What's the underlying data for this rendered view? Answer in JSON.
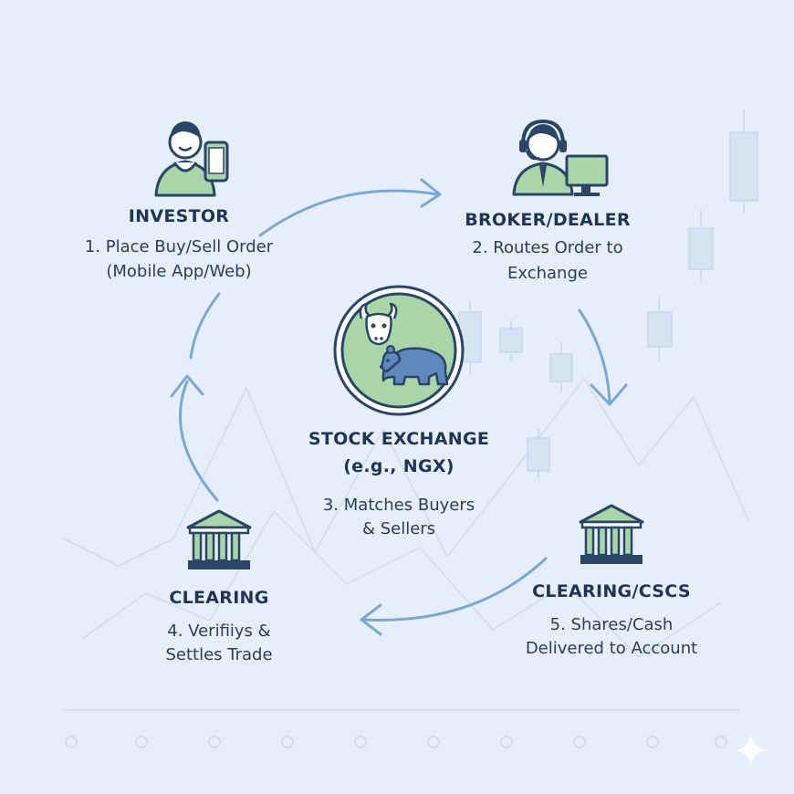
{
  "colors": {
    "background": "#e6eff9",
    "accent_green": "#a9d6a9",
    "outline_navy": "#2a4566",
    "arrow_blue": "#7aa8d2",
    "bear_blue": "#5f88bd",
    "text": "#1f3553"
  },
  "nodes": {
    "investor": {
      "icon": "person-with-phone-icon",
      "title": "INVESTOR",
      "desc_line1": "1. Place Buy/Sell Order",
      "desc_line2": "(Mobile App/Web)"
    },
    "broker": {
      "icon": "broker-headset-computer-icon",
      "title": "BROKER/DEALER",
      "desc_line1": "2. Routes Order to",
      "desc_line2": "Exchange"
    },
    "exchange": {
      "icon": "bull-bear-icon",
      "title_line1": "STOCK EXCHANGE",
      "title_line2": "(e.g., NGX)",
      "desc_line1": "3. Matches Buyers",
      "desc_line2": "& Sellers"
    },
    "clearing_cscs": {
      "icon": "bank-building-icon",
      "title": "CLEARING/CSCS",
      "desc_line1": "5. Shares/Cash",
      "desc_line2": "Delivered to Account"
    },
    "clearing": {
      "icon": "bank-building-icon",
      "title": "CLEARING",
      "desc_line1": "4. Verifiiys &",
      "desc_line2": "Settles Trade"
    }
  }
}
